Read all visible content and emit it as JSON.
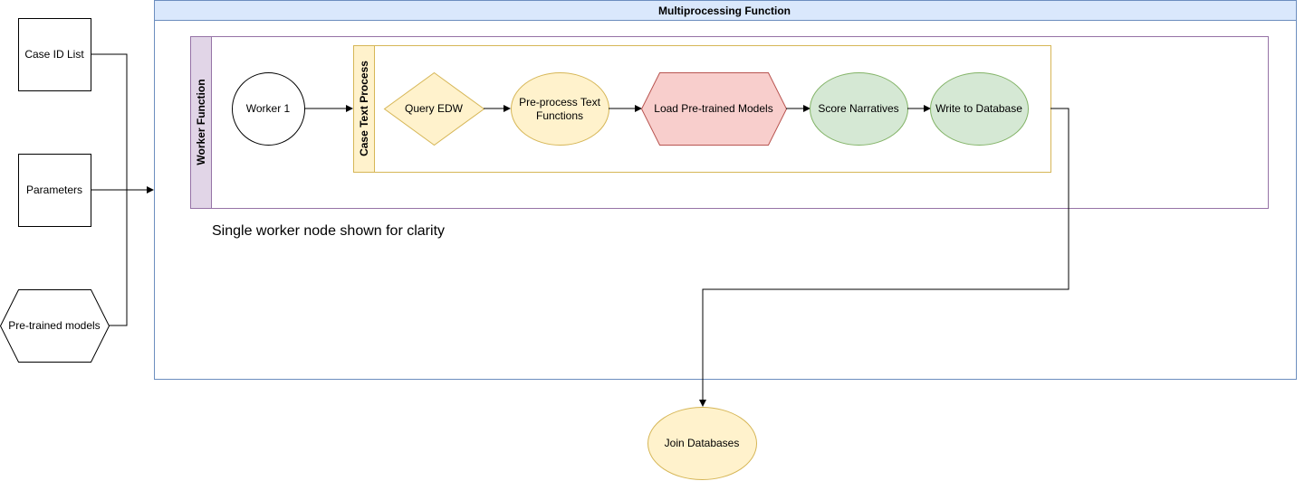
{
  "inputs": {
    "case_id_list": "Case ID List",
    "parameters": "Parameters",
    "pretrained_models": "Pre-trained models"
  },
  "multiprocessing": {
    "title": "Multiprocessing Function"
  },
  "worker_function": {
    "title": "Worker Function",
    "worker": "Worker 1",
    "note": "Single worker node shown for clarity"
  },
  "case_text_process": {
    "title": "Case Text Process",
    "steps": {
      "query_edw": "Query EDW",
      "preprocess_line1": "Pre-process Text",
      "preprocess_line2": "Functions",
      "load_models": "Load Pre-trained Models",
      "score": "Score Narratives",
      "write_db": "Write to Database"
    }
  },
  "output": {
    "join_databases": "Join Databases"
  },
  "colors": {
    "container_header_fill": "#dae8fc",
    "container_border": "#6c8ebf",
    "worker_lane_fill": "#e1d5e7",
    "worker_lane_border": "#9673a6",
    "case_lane_fill": "#fff2cc",
    "case_lane_border": "#d6b656",
    "load_models_fill": "#f8cecc",
    "load_models_border": "#b85450",
    "green_fill": "#d5e8d4",
    "green_border": "#82b366"
  }
}
